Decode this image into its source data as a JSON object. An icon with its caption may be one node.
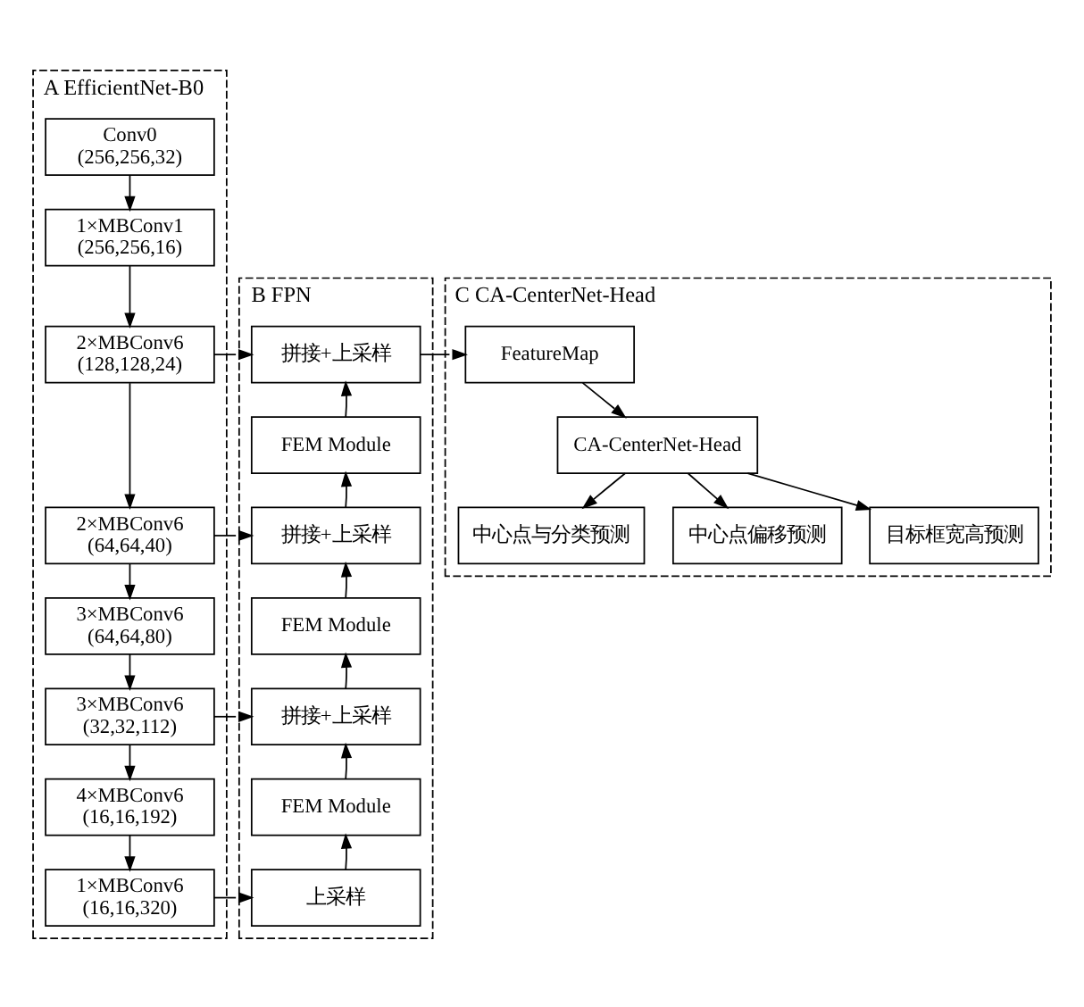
{
  "diagram": {
    "nodes": [
      {
        "text": [
          "A EfficientNet-B0"
        ]
      },
      {
        "text": [
          "Conv0",
          "(256,256,32)"
        ],
        "in": 0
      },
      {
        "text": [
          "1×MBConv1",
          "(256,256,16)"
        ],
        "in": 0
      },
      {
        "text": [
          "2×MBConv6",
          "(128,128,24)"
        ],
        "in": 0
      },
      {
        "text": [
          "2×MBConv6",
          "(64,64,40)"
        ],
        "in": 0
      },
      {
        "text": [
          "3×MBConv6",
          "(64,64,80)"
        ],
        "in": 0
      },
      {
        "text": [
          "3×MBConv6",
          "(32,32,112)"
        ],
        "in": 0
      },
      {
        "text": [
          "4×MBConv6",
          "(16,16,192)"
        ],
        "in": 0
      },
      {
        "text": [
          "1×MBConv6",
          "(16,16,320)"
        ],
        "in": 0
      },
      {
        "text": [
          "B FPN"
        ]
      },
      {
        "text": [
          "拼接+上采样"
        ],
        "in": 9
      },
      {
        "text": [
          "FEM Module"
        ],
        "in": 9
      },
      {
        "text": [
          "拼接+上采样"
        ],
        "in": 9
      },
      {
        "text": [
          "FEM Module"
        ],
        "in": 9
      },
      {
        "text": [
          "拼接+上采样"
        ],
        "in": 9
      },
      {
        "text": [
          "FEM Module"
        ],
        "in": 9
      },
      {
        "text": [
          "上采样"
        ],
        "in": 9
      },
      {
        "text": [
          "C CA-CenterNet-Head"
        ]
      },
      {
        "text": [
          "FeatureMap"
        ],
        "in": 17
      },
      {
        "text": [
          "CA-CenterNet-Head"
        ],
        "in": 17
      },
      {
        "text": [
          "中心点与分类预测"
        ],
        "in": 17
      },
      {
        "text": [
          "中心点偏移预测"
        ],
        "in": 17
      },
      {
        "text": [
          "目标框宽高预测"
        ],
        "in": 17
      }
    ],
    "edges": [
      {
        "from": 1,
        "to": 2,
        "arrow": "to"
      },
      {
        "from": 2,
        "to": 3,
        "arrow": "to"
      },
      {
        "from": 3,
        "to": 4,
        "arrow": "to"
      },
      {
        "from": 4,
        "to": 5,
        "arrow": "to"
      },
      {
        "from": 5,
        "to": 6,
        "arrow": "to"
      },
      {
        "from": 6,
        "to": 7,
        "arrow": "to"
      },
      {
        "from": 7,
        "to": 8,
        "arrow": "to"
      },
      {
        "from": 8,
        "to": 16,
        "arrow": "to"
      },
      {
        "from": 16,
        "to": 15,
        "arrow": "to"
      },
      {
        "from": 15,
        "to": 14,
        "arrow": "to"
      },
      {
        "from": 14,
        "to": 13,
        "arrow": "to"
      },
      {
        "from": 13,
        "to": 12,
        "arrow": "to"
      },
      {
        "from": 12,
        "to": 11,
        "arrow": "to"
      },
      {
        "from": 11,
        "to": 10,
        "arrow": "to"
      },
      {
        "from": 6,
        "to": 14,
        "arrow": "to"
      },
      {
        "from": 4,
        "to": 12,
        "arrow": "to"
      },
      {
        "from": 3,
        "to": 10,
        "arrow": "to"
      },
      {
        "from": 10,
        "to": 18,
        "arrow": "to"
      },
      {
        "from": 18,
        "to": 19,
        "arrow": "to"
      },
      {
        "from": 19,
        "to": 20,
        "arrow": "to"
      },
      {
        "from": 19,
        "to": 21,
        "arrow": "to"
      },
      {
        "from": 19,
        "to": 22,
        "arrow": "to"
      }
    ]
  }
}
